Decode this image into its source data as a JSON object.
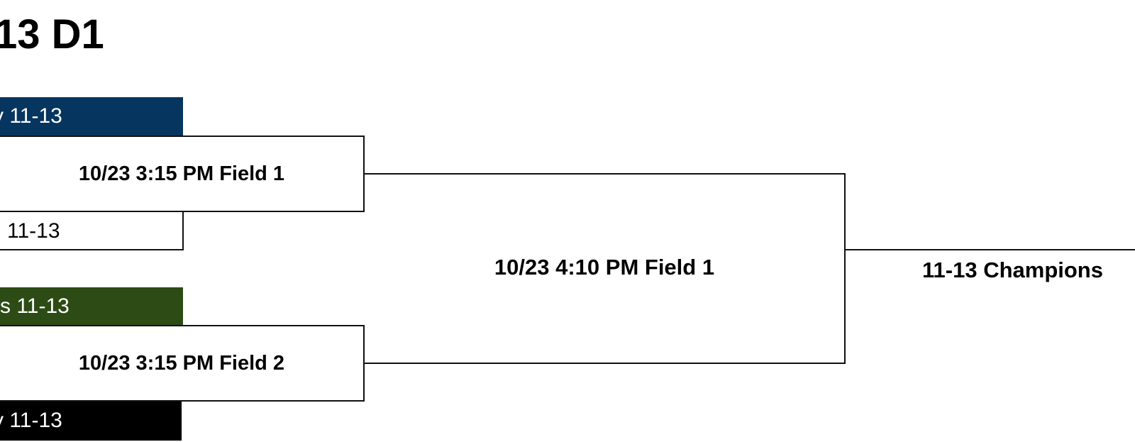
{
  "bracket": {
    "title": "13 D1",
    "teams": [
      {
        "label": "y 11-13",
        "color": "#06355f"
      },
      {
        "label": "11-13",
        "color": "#ffffff"
      },
      {
        "label": "rs 11-13",
        "color": "#2c4b15"
      },
      {
        "label": "y 11-13",
        "color": "#000000"
      }
    ],
    "games": [
      {
        "label": "10/23 3:15 PM Field 1"
      },
      {
        "label": "10/23 3:15 PM Field 2"
      }
    ],
    "final_game": {
      "label": "10/23 4:10 PM Field 1"
    },
    "champion": {
      "label": "11-13 Champions"
    }
  }
}
